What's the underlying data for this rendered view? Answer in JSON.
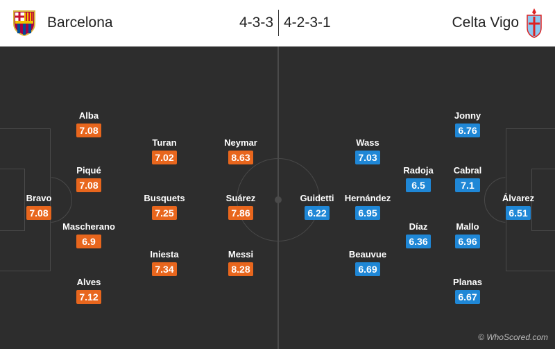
{
  "header": {
    "home_team": "Barcelona",
    "home_formation": "4-3-3",
    "away_formation": "4-2-3-1",
    "away_team": "Celta Vigo"
  },
  "colors": {
    "home_rating": "#e8661d",
    "away_rating": "#1f87d6",
    "pitch": "#2d2d2d"
  },
  "home_players": [
    {
      "name": "Bravo",
      "rating": "7.08"
    },
    {
      "name": "Alba",
      "rating": "7.08"
    },
    {
      "name": "Piqué",
      "rating": "7.08"
    },
    {
      "name": "Mascherano",
      "rating": "6.9"
    },
    {
      "name": "Alves",
      "rating": "7.12"
    },
    {
      "name": "Turan",
      "rating": "7.02"
    },
    {
      "name": "Busquets",
      "rating": "7.25"
    },
    {
      "name": "Iniesta",
      "rating": "7.34"
    },
    {
      "name": "Neymar",
      "rating": "8.63"
    },
    {
      "name": "Suárez",
      "rating": "7.86"
    },
    {
      "name": "Messi",
      "rating": "8.28"
    }
  ],
  "away_players": [
    {
      "name": "Guidetti",
      "rating": "6.22"
    },
    {
      "name": "Wass",
      "rating": "7.03"
    },
    {
      "name": "Hernández",
      "rating": "6.95"
    },
    {
      "name": "Beauvue",
      "rating": "6.69"
    },
    {
      "name": "Radoja",
      "rating": "6.5"
    },
    {
      "name": "Díaz",
      "rating": "6.36"
    },
    {
      "name": "Jonny",
      "rating": "6.76"
    },
    {
      "name": "Cabral",
      "rating": "7.1"
    },
    {
      "name": "Mallo",
      "rating": "6.96"
    },
    {
      "name": "Planas",
      "rating": "6.67"
    },
    {
      "name": "Álvarez",
      "rating": "6.51"
    }
  ],
  "copyright": "© WhoScored.com"
}
